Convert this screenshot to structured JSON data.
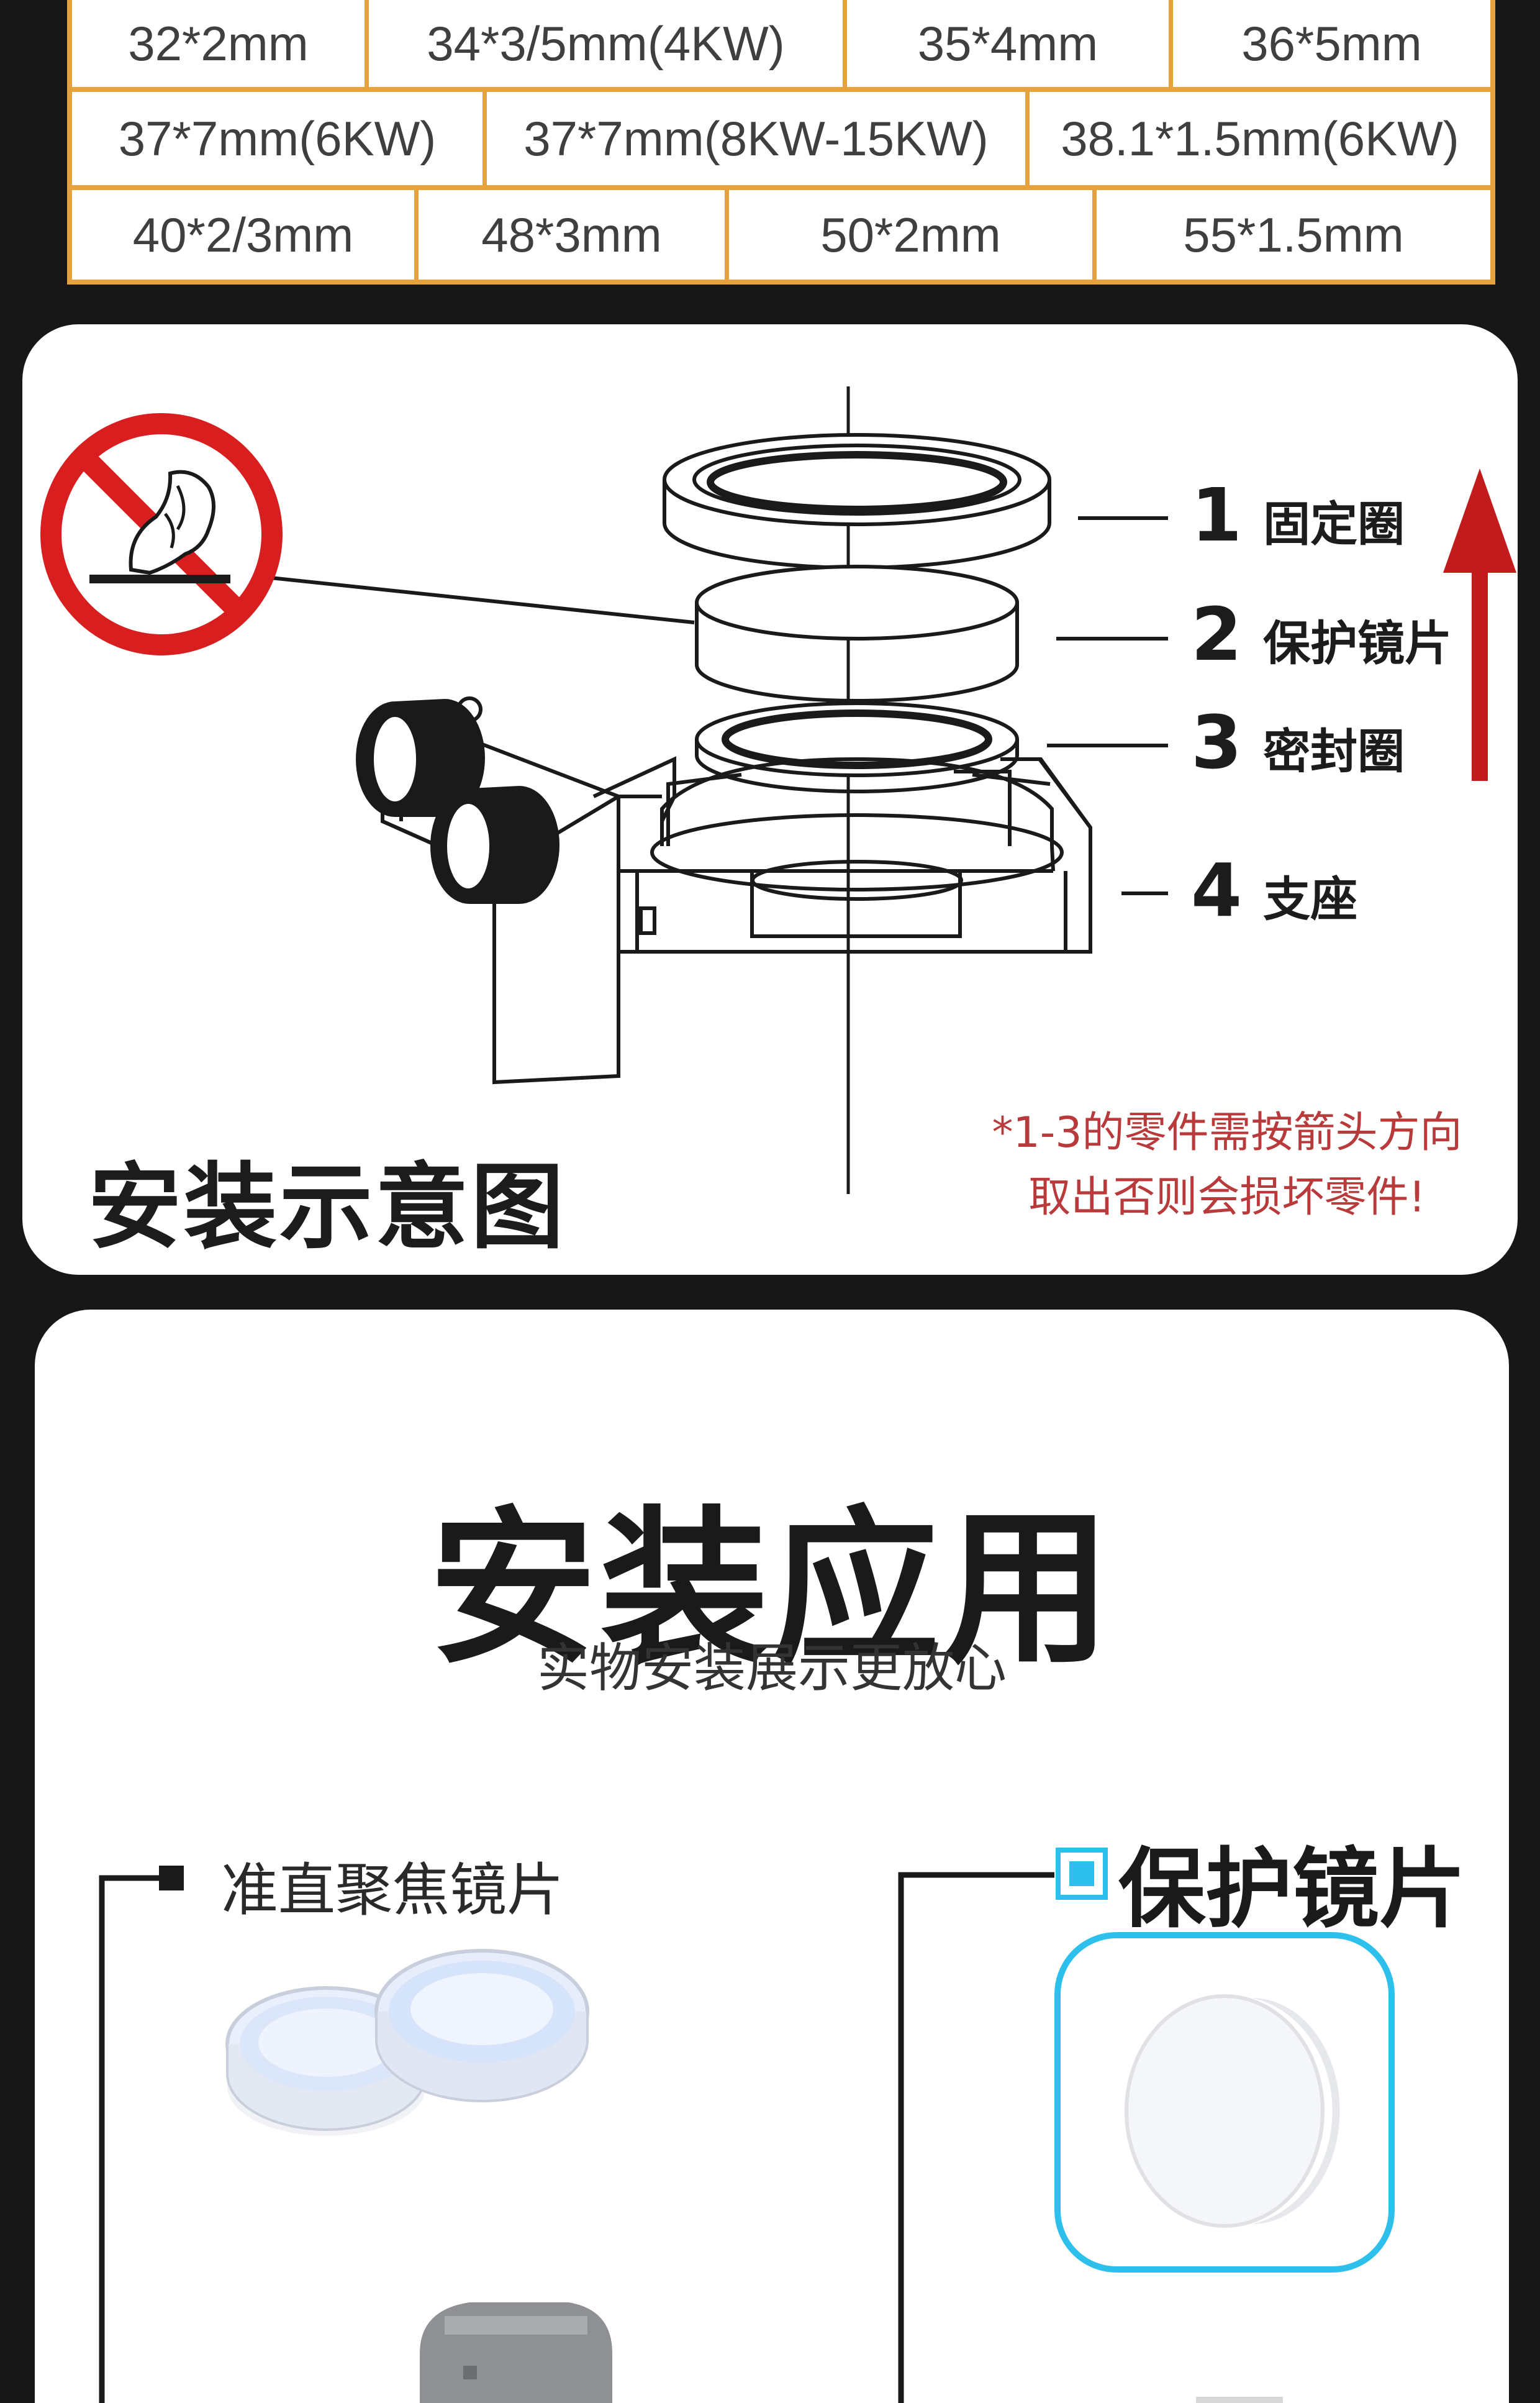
{
  "size_table": {
    "rows": [
      [
        "32*2mm",
        "34*3/5mm(4KW)",
        "35*4mm",
        "36*5mm"
      ],
      [
        "37*7mm(6KW)",
        "37*7mm(8KW-15KW)",
        "38.1*1.5mm(6KW)"
      ],
      [
        "40*2/3mm",
        "48*3mm",
        "50*2mm",
        "55*1.5mm"
      ]
    ]
  },
  "diagram": {
    "title": "安装示意图",
    "parts": [
      {
        "num": "1",
        "label": "固定圈"
      },
      {
        "num": "2",
        "label": "保护镜片"
      },
      {
        "num": "3",
        "label": "密封圈"
      },
      {
        "num": "4",
        "label": "支座"
      }
    ],
    "warning_line1": "*1-3的零件需按箭头方向",
    "warning_line2": "取出否则会损坏零件!",
    "colors": {
      "warning": "#b83a3a",
      "arrow": "#c21b1b",
      "prohibit": "#d81e1e"
    },
    "icons": [
      "no-touch-icon",
      "direction-up-arrow-icon"
    ]
  },
  "application": {
    "title": "安装应用",
    "subtitle": "实物安装展示更放心",
    "categories": [
      {
        "label": "准直聚焦镜片",
        "marker": "square-bullet-icon"
      },
      {
        "label": "保护镜片",
        "marker": "cyan-square-bullet-icon"
      }
    ],
    "colors": {
      "accent": "#2ec0ec"
    }
  }
}
